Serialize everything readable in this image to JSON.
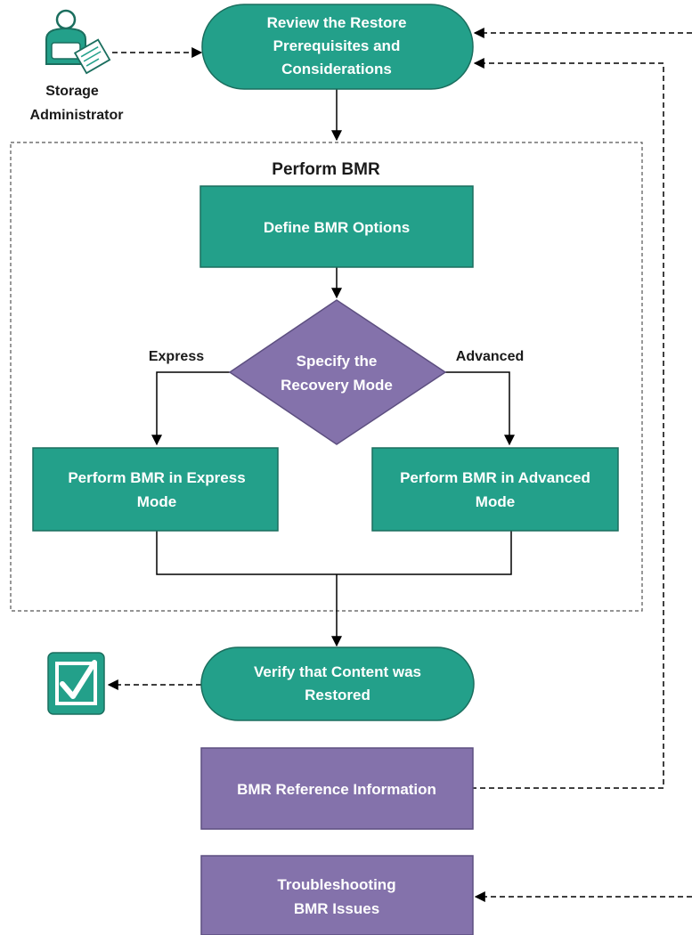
{
  "colors": {
    "teal": "#23a08a",
    "teal_border": "#1b6e5e",
    "purple": "#8472ab",
    "purple_border": "#5d4f80",
    "line": "#000000"
  },
  "actor": {
    "icon": "storage-administrator-icon",
    "label_line1": "Storage",
    "label_line2": "Administrator"
  },
  "nodes": {
    "review": {
      "line1": "Review the Restore",
      "line2": "Prerequisites and",
      "line3": "Considerations"
    },
    "container_title": "Perform BMR",
    "define": {
      "line1": "Define BMR Options"
    },
    "decision": {
      "line1": "Specify the",
      "line2": "Recovery Mode"
    },
    "express_label": "Express",
    "advanced_label": "Advanced",
    "express": {
      "line1": "Perform BMR in Express",
      "line2": "Mode"
    },
    "advanced": {
      "line1": "Perform BMR in Advanced",
      "line2": "Mode"
    },
    "verify": {
      "line1": "Verify that Content was",
      "line2": "Restored"
    },
    "checkbox_icon": "checkmark-icon",
    "reference": {
      "line1": "BMR Reference Information"
    },
    "troubleshooting": {
      "line1": "Troubleshooting",
      "line2": "BMR Issues"
    }
  }
}
